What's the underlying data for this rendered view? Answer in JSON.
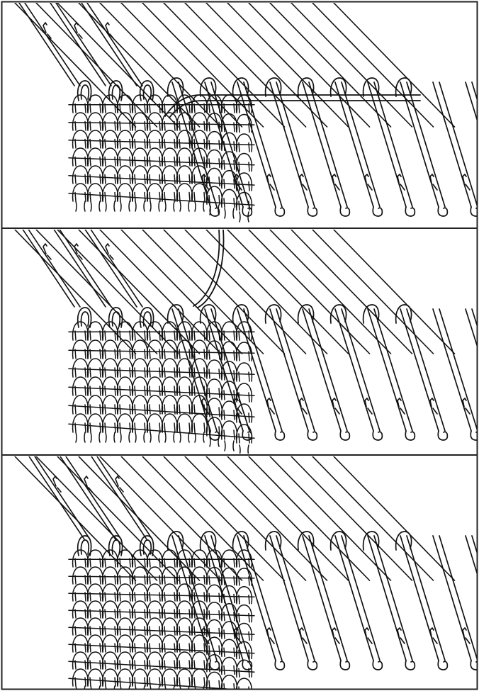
{
  "figure": {
    "panels": [
      {
        "id": "panel-1",
        "step": 1,
        "needles": 13,
        "latched_needles": 3,
        "stitch_rows": 6,
        "carriage_yarn": "horizontal"
      },
      {
        "id": "panel-2",
        "step": 2,
        "needles": 13,
        "latched_needles": 3,
        "stitch_rows": 6,
        "carriage_yarn": "vertical"
      },
      {
        "id": "panel-3",
        "step": 3,
        "needles": 13,
        "latched_needles": 3,
        "stitch_rows": 8,
        "carriage_yarn": "none"
      }
    ],
    "colors": {
      "ink": "#111111",
      "paper": "#ffffff",
      "border": "#222222"
    }
  }
}
